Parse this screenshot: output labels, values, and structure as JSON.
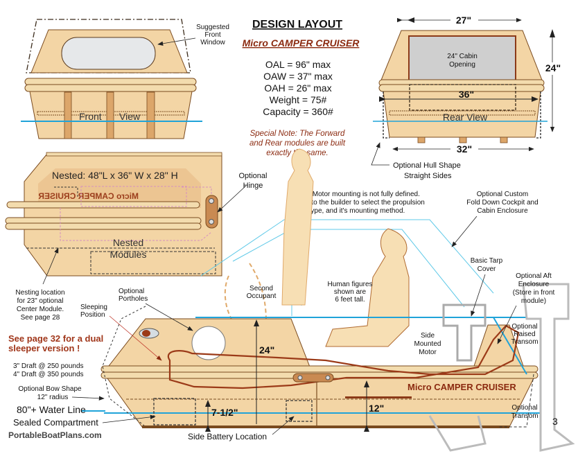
{
  "header": {
    "title": "DESIGN LAYOUT",
    "subtitle": "Micro CAMPER CRUISER"
  },
  "specs": [
    "OAL = 96\" max",
    "OAW = 37\" max",
    "OAH = 26\" max",
    "Weight = 75#",
    "Capacity = 360#"
  ],
  "special_note": [
    "Special Note: The Forward",
    "and Rear modules are built",
    "exactly the same."
  ],
  "front_view": {
    "label_left": "Front",
    "label_right": "View",
    "callout": [
      "Suggested",
      "Front",
      "Window"
    ]
  },
  "rear_view": {
    "label": "Rear View",
    "cabin_opening": [
      "24\" Cabin",
      "Opening"
    ],
    "dim_top": "27\"",
    "dim_height": "24\"",
    "dim_inner": "36\"",
    "dim_bottom": "32\"",
    "hull_callout": [
      "Optional Hull Shape",
      "Straight Sides"
    ]
  },
  "nested_view": {
    "dimensions": "Nested: 48\"L x 36\" W x 28\" H",
    "brand_mirrored": "Micro CAMPER CRUISER",
    "label": [
      "Nested",
      "Modules"
    ],
    "hinge_callout": [
      "Optional",
      "Hinge"
    ],
    "nesting_callout": [
      "Nesting location",
      "for 23\" optional",
      "Center Module.",
      "See page 28"
    ]
  },
  "motor_note": [
    "Note: Motor mounting is not fully defined.",
    "It is up to the builder to select the propulsion",
    "type, and it's mounting method."
  ],
  "side_view": {
    "callouts": {
      "cockpit": [
        "Optional Custom",
        "Fold Down Cockpit and",
        "Cabin Enclosure"
      ],
      "tarp": [
        "Basic Tarp",
        "Cover"
      ],
      "aft_enclosure": [
        "Optional Aft",
        "Enclosure",
        "(Store in front",
        "module)"
      ],
      "raised_transom": [
        "Optional",
        "Raised",
        "Transom"
      ],
      "transom": [
        "Optional",
        "Transom"
      ],
      "side_motor": [
        "Side",
        "Mounted",
        "Motor"
      ],
      "second_occupant": [
        "Second",
        "Occupant"
      ],
      "human_figures": [
        "Human figures",
        "shown are",
        "6 feet tall."
      ],
      "portholes": [
        "Optional",
        "Portholes"
      ],
      "sleeping": [
        "Sleeping",
        "Position"
      ],
      "bow_shape": [
        "Optional Bow Shape",
        "12\" radius"
      ],
      "water_line": "80\"+ Water Line",
      "sealed": "Sealed Compartment",
      "battery": "Side Battery Location"
    },
    "brand": "Micro CAMPER CRUISER",
    "dim_height": "24\"",
    "dim_seat": "7-1/2\"",
    "dim_side": "12\""
  },
  "promo": [
    "See page 32 for a dual",
    "sleeper version !"
  ],
  "draft": [
    "3\" Draft @ 250 pounds",
    "4\" Draft @ 350 pounds"
  ],
  "footer": {
    "site": "PortableBoatPlans.com",
    "page_number": "3"
  },
  "colors": {
    "wood": "#f3d5a5",
    "wood_dark": "#d9a56a",
    "outline": "#7a4a1e",
    "brand_red": "#8b2a10",
    "water_blue": "#1fa3d9",
    "cabin_gray": "#cfcfcf"
  }
}
